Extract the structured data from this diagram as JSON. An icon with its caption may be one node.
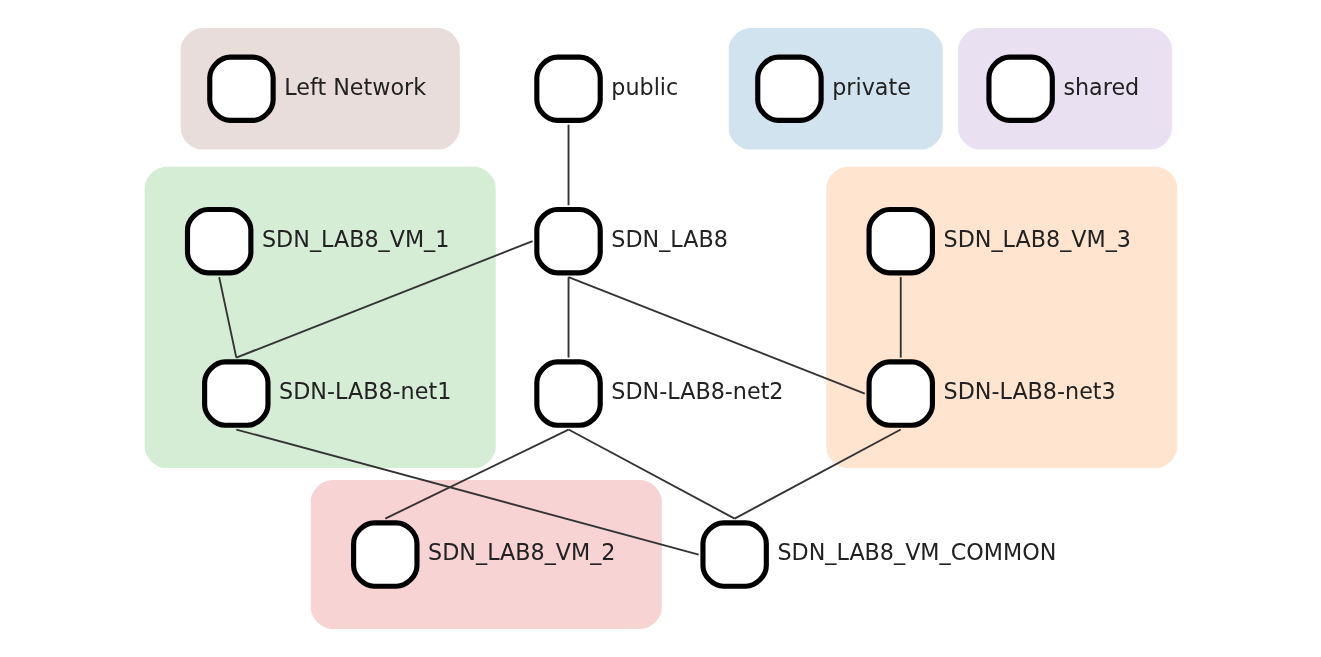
{
  "diagram": {
    "nodes": [
      {
        "text": [],
        "shape": "box"
      },
      {
        "text": [
          "Left Network"
        ],
        "in": 0
      },
      {
        "text": [
          "public"
        ]
      },
      {
        "text": [],
        "shape": "box"
      },
      {
        "text": [
          "private"
        ],
        "in": 3
      },
      {
        "text": [
          "SDN_LAB8"
        ]
      },
      {
        "text": [],
        "shape": "box"
      },
      {
        "text": [
          "shared"
        ],
        "in": 6
      },
      {
        "text": [],
        "shape": "band"
      },
      {
        "text": [
          "SDN_LAB8_VM_3"
        ],
        "in": 8
      },
      {
        "text": [
          "SDN-LAB8-net3"
        ],
        "in": 8
      },
      {
        "text": [],
        "shape": "band"
      },
      {
        "text": [
          "SDN-LAB8-net2"
        ]
      },
      {
        "text": [
          "SDN_LAB8_VM_2"
        ],
        "in": 11
      },
      {
        "text": [],
        "shape": "band"
      },
      {
        "text": [
          "SDN_LAB8_VM_1"
        ],
        "in": 14
      },
      {
        "text": [
          "SDN-LAB8-net1"
        ],
        "in": 14
      },
      {
        "text": [
          "SDN_LAB8_VM_COMMON"
        ]
      }
    ],
    "edges": [
      {
        "from": 2,
        "to": 5,
        "arrow": "none"
      },
      {
        "from": 5,
        "to": 10,
        "arrow": "none"
      },
      {
        "from": 5,
        "to": 12,
        "arrow": "none"
      },
      {
        "from": 5,
        "to": 16,
        "arrow": "none"
      },
      {
        "from": 9,
        "to": 10,
        "arrow": "none"
      },
      {
        "from": 10,
        "to": 17,
        "arrow": "none"
      },
      {
        "from": 12,
        "to": 13,
        "arrow": "none"
      },
      {
        "from": 12,
        "to": 17,
        "arrow": "none"
      },
      {
        "from": 15,
        "to": 16,
        "arrow": "none"
      },
      {
        "from": 16,
        "to": 17,
        "arrow": "none"
      }
    ]
  }
}
